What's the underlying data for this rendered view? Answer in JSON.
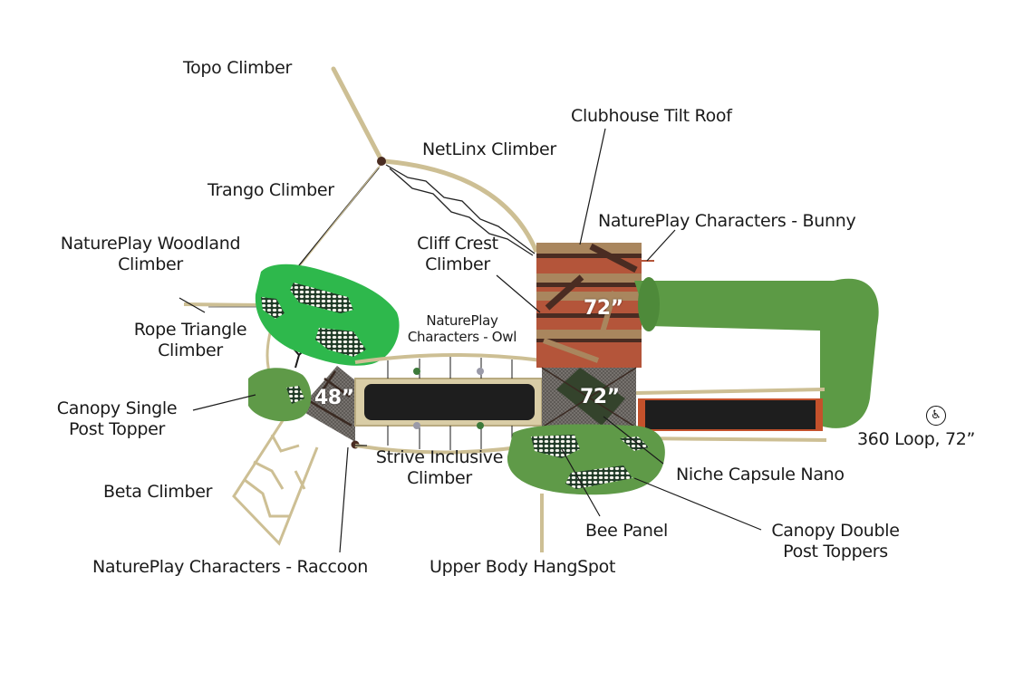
{
  "diagram": {
    "title": "Playground layout plan",
    "colors": {
      "post_tan": "#cdbf94",
      "canopy_bright": "#2eb84c",
      "canopy_olive": "#5f9a48",
      "slide_green": "#5c9a45",
      "deck_dark": "#1e1e1e",
      "roof_red": "#b4553a",
      "roof_tan": "#a9865e",
      "roof_brown": "#4a2c22",
      "mesh_gray": "#6f6a66",
      "leader_line": "#1a1a1a"
    },
    "deck_heights": {
      "left_deck": "48”",
      "clubhouse_deck": "72”",
      "lower_deck": "72”"
    },
    "accessibility_icon": "wheelchair-icon",
    "labels": {
      "topo_climber": "Topo Climber",
      "netlinx_climber": "NetLinx Climber",
      "clubhouse_tilt_roof": "Clubhouse Tilt Roof",
      "trango_climber": "Trango Climber",
      "bunny": "NaturePlay Characters - Bunny",
      "woodland_climber_1": "NaturePlay Woodland",
      "woodland_climber_2": "Climber",
      "cliff_crest_1": "Cliff Crest",
      "cliff_crest_2": "Climber",
      "owl_1": "NaturePlay",
      "owl_2": "Characters - Owl",
      "rope_triangle_1": "Rope Triangle",
      "rope_triangle_2": "Climber",
      "canopy_single_1": "Canopy Single",
      "canopy_single_2": "Post Topper",
      "loop": "360 Loop, 72”",
      "strive_1": "Strive Inclusive",
      "strive_2": "Climber",
      "niche": "Niche Capsule Nano",
      "beta": "Beta Climber",
      "bee_panel": "Bee Panel",
      "canopy_double_1": "Canopy Double",
      "canopy_double_2": "Post Toppers",
      "raccoon": "NaturePlay Characters - Raccoon",
      "hangspot": "Upper Body HangSpot"
    }
  }
}
